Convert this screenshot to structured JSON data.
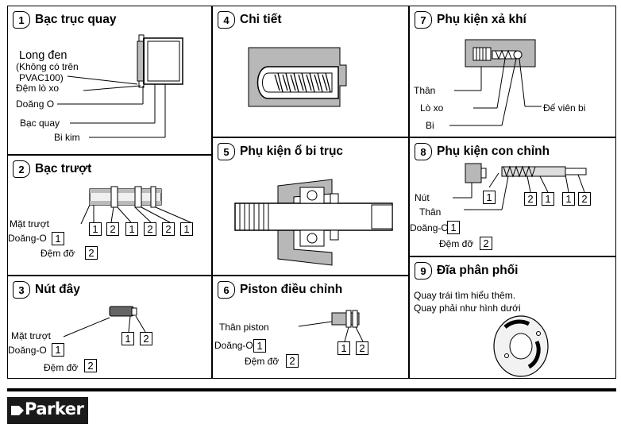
{
  "cells": {
    "c1": {
      "num": "1",
      "title": "Bạc trục quay",
      "labels": {
        "washer": "Long đen",
        "note1": "(Không có trên",
        "note2": "PVAC100)",
        "spring_pad": "Đệm lò xo",
        "oring": "Doăng O",
        "bushing": "Bạc quay",
        "needle": "Bi kim"
      }
    },
    "c2": {
      "num": "2",
      "title": "Bạc trượt",
      "labels": {
        "slide_face": "Mặt trượt",
        "oring": "Doăng-O",
        "backup": "Đệm đỡ"
      },
      "boxes": [
        "1",
        "2",
        "1",
        "2",
        "2",
        "1"
      ],
      "legend_oring": "1",
      "legend_backup": "2"
    },
    "c3": {
      "num": "3",
      "title": "Nút đây",
      "labels": {
        "slide_face": "Mặt trượt",
        "oring": "Doăng-O",
        "backup": "Đệm đỡ"
      },
      "boxes": [
        "1",
        "2"
      ],
      "legend_oring": "1",
      "legend_backup": "2"
    },
    "c4": {
      "num": "4",
      "title": "Chi tiết"
    },
    "c5": {
      "num": "5",
      "title": "Phụ kiện ổ bi trục"
    },
    "c6": {
      "num": "6",
      "title": "Piston điều chỉnh",
      "labels": {
        "body": "Thân piston",
        "oring": "Doăng-O",
        "backup": "Đệm đỡ"
      },
      "boxes": [
        "1",
        "2"
      ],
      "legend_oring": "1",
      "legend_backup": "2"
    },
    "c7": {
      "num": "7",
      "title": "Phụ kiện xả khí",
      "labels": {
        "body": "Thân",
        "spring": "Lò xo",
        "ball": "Bi",
        "seat": "Đế viên bi"
      }
    },
    "c8": {
      "num": "8",
      "title": "Phụ kiện con chỉnh",
      "labels": {
        "knob": "Nút",
        "body": "Thân",
        "oring": "Doăng-O",
        "backup": "Đệm đỡ"
      },
      "knob_box": "1",
      "boxes": [
        "2",
        "1",
        "1",
        "2"
      ],
      "legend_oring": "1",
      "legend_backup": "2"
    },
    "c9": {
      "num": "9",
      "title": "Đĩa phân phối",
      "line1": "Quay trái tìm hiểu thêm.",
      "line2": "Quay phải như hình dưới"
    }
  },
  "footer": {
    "brand": "Parker"
  }
}
